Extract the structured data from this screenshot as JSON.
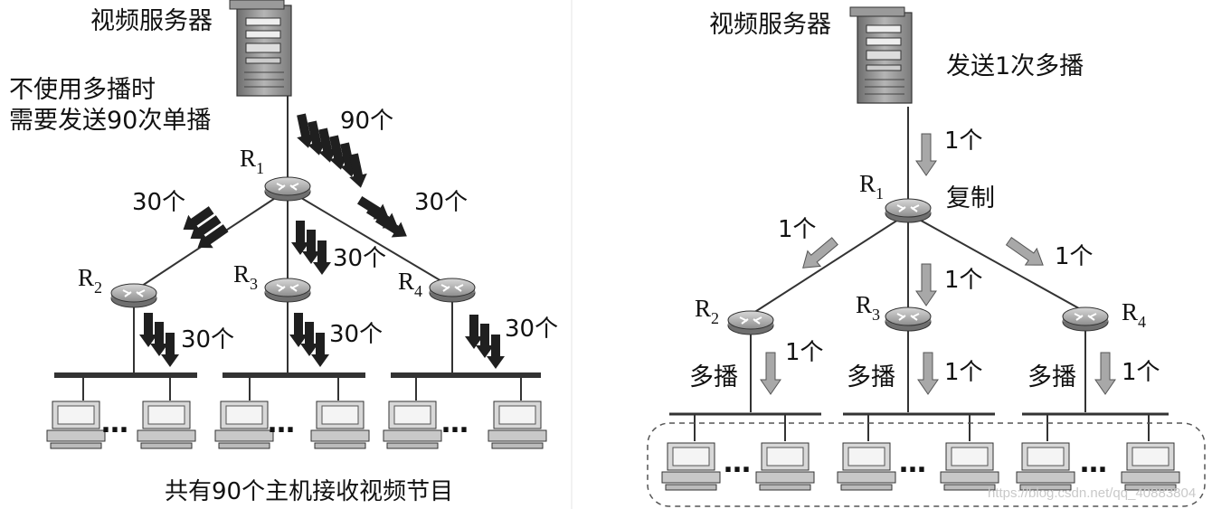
{
  "left": {
    "server_label": "视频服务器",
    "note_line1": "不使用多播时",
    "note_line2": "需要发送90次单播",
    "r1": "R",
    "r2": "R",
    "r3": "R",
    "r4": "R",
    "r1_sub": "1",
    "r2_sub": "2",
    "r3_sub": "3",
    "r4_sub": "4",
    "count_server": "90个",
    "count_to_r2": "30个",
    "count_to_r3": "30个",
    "count_to_r4": "30个",
    "count_r2_lan": "30个",
    "count_r3_lan": "30个",
    "count_r4_lan": "30个",
    "ellipsis": "…",
    "caption": "共有90个主机接收视频节目"
  },
  "right": {
    "server_label": "视频服务器",
    "send_once": "发送1次多播",
    "count_server": "1个",
    "copy": "复制",
    "r1": "R",
    "r2": "R",
    "r3": "R",
    "r4": "R",
    "r1_sub": "1",
    "r2_sub": "2",
    "r3_sub": "3",
    "r4_sub": "4",
    "count_to_r2": "1个",
    "count_to_r3": "1个",
    "count_to_r4": "1个",
    "multicast": "多播",
    "count_lan": "1个",
    "ellipsis": "…"
  },
  "watermark": "https://blog.csdn.net/qq_40883804"
}
